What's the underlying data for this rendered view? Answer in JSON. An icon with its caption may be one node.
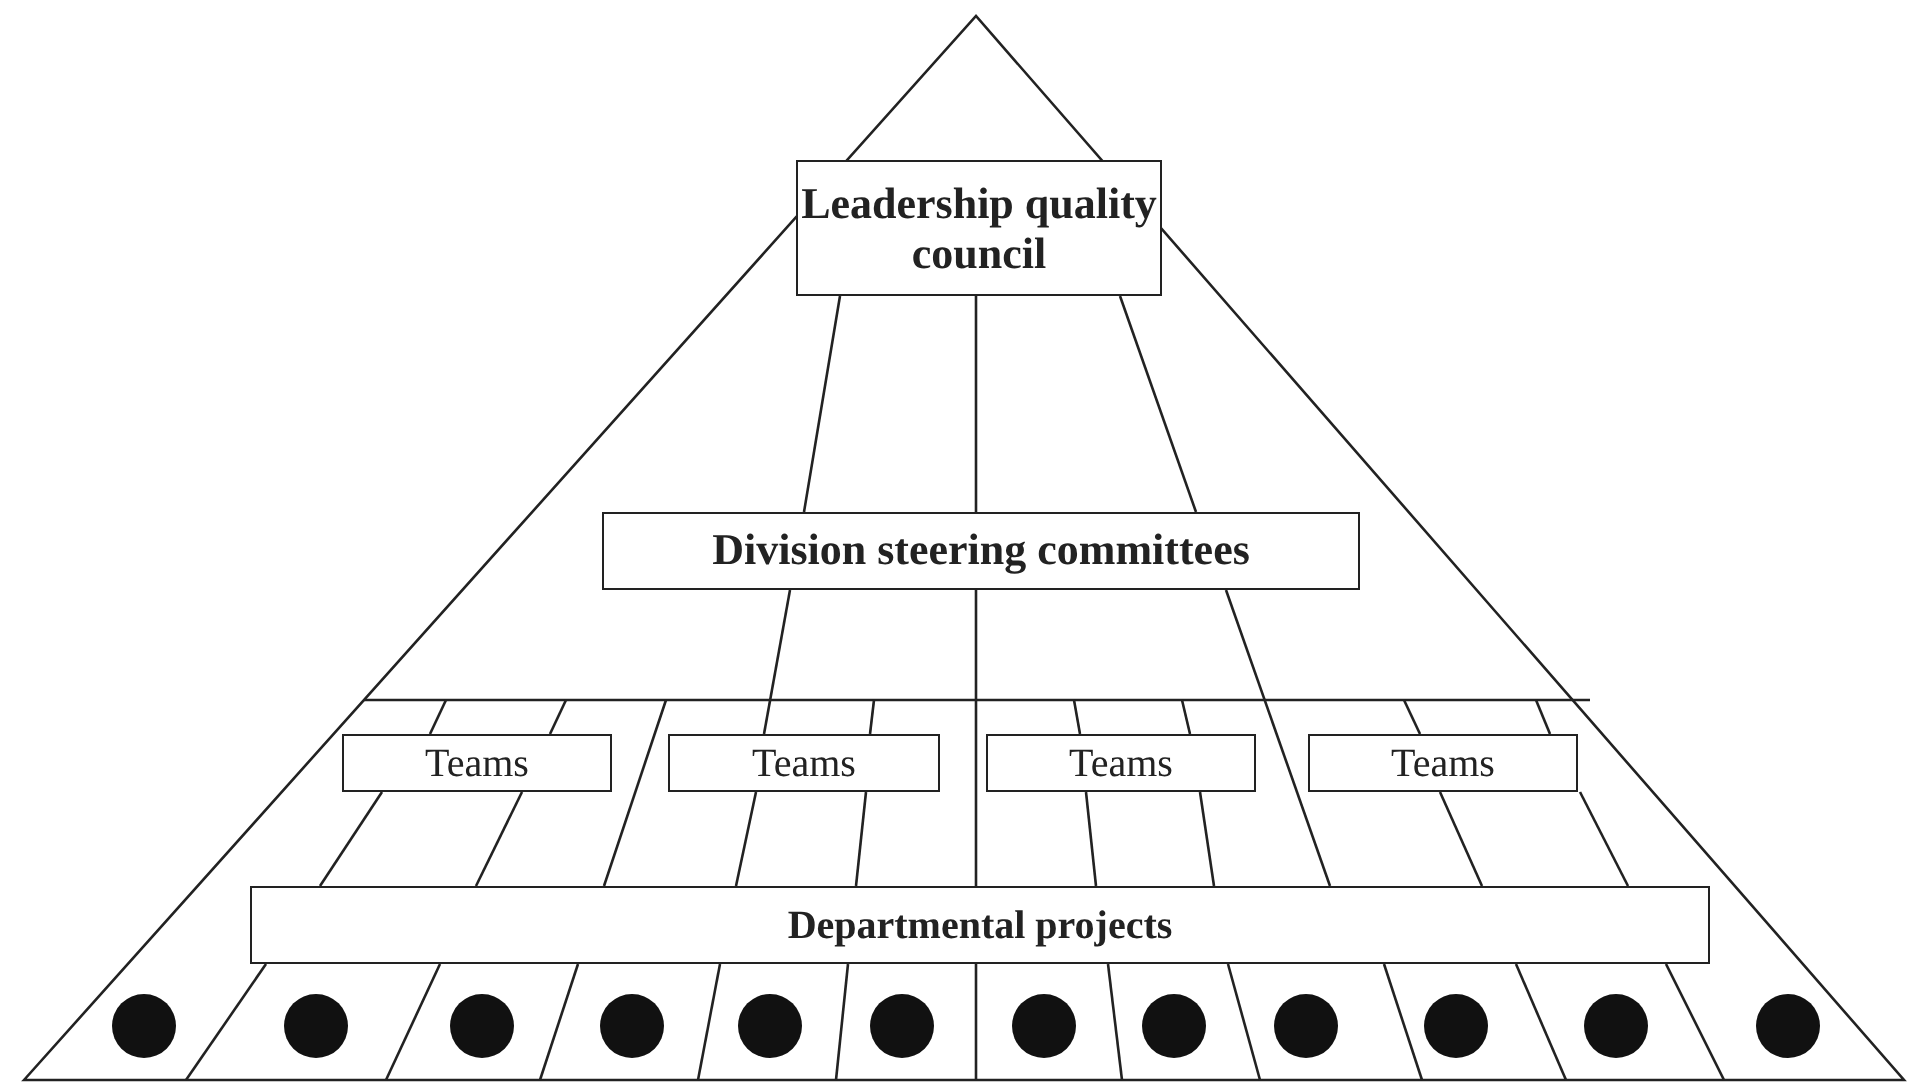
{
  "diagram": {
    "nodes": [
      {
        "text": [
          "Leadership quality council"
        ]
      },
      {
        "text": [
          "Division steering committees"
        ]
      },
      {
        "text": [
          "Teams"
        ]
      },
      {
        "text": [
          "Teams"
        ]
      },
      {
        "text": [
          "Teams"
        ]
      },
      {
        "text": [
          "Teams"
        ]
      },
      {
        "text": [
          "Departmental projects"
        ]
      },
      {
        "text": [],
        "shape": "circle"
      },
      {
        "text": [],
        "shape": "circle"
      },
      {
        "text": [],
        "shape": "circle"
      },
      {
        "text": [],
        "shape": "circle"
      },
      {
        "text": [],
        "shape": "circle"
      },
      {
        "text": [],
        "shape": "circle"
      },
      {
        "text": [],
        "shape": "circle"
      },
      {
        "text": [],
        "shape": "circle"
      },
      {
        "text": [],
        "shape": "circle"
      },
      {
        "text": [],
        "shape": "circle"
      },
      {
        "text": [],
        "shape": "circle"
      },
      {
        "text": [],
        "shape": "circle"
      }
    ],
    "edges": [
      {
        "from": 0,
        "to": 1,
        "arrow": "none"
      },
      {
        "from": 0,
        "to": 1,
        "arrow": "none"
      },
      {
        "from": 0,
        "to": 1,
        "arrow": "none"
      },
      {
        "from": 1,
        "to": 3,
        "arrow": "none"
      },
      {
        "from": 1,
        "to": 6,
        "arrow": "none"
      },
      {
        "from": 1,
        "to": 6,
        "arrow": "none"
      },
      {
        "from": 2,
        "to": 6,
        "arrow": "none"
      },
      {
        "from": 2,
        "to": 6,
        "arrow": "none"
      },
      {
        "from": 3,
        "to": 6,
        "arrow": "none"
      },
      {
        "from": 3,
        "to": 6,
        "arrow": "none"
      },
      {
        "from": 4,
        "to": 6,
        "arrow": "none"
      },
      {
        "from": 4,
        "to": 6,
        "arrow": "none"
      },
      {
        "from": 5,
        "to": 6,
        "arrow": "none"
      },
      {
        "from": 5,
        "to": 6,
        "arrow": "none"
      }
    ]
  }
}
